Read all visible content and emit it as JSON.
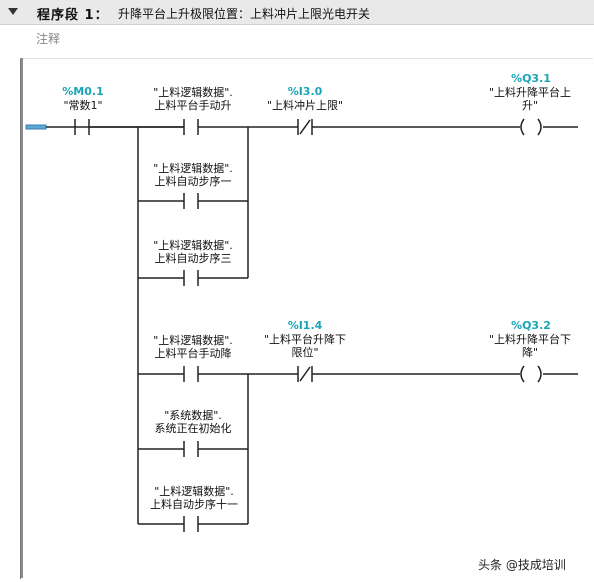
{
  "header": {
    "segment_label": "程序段 1：",
    "segment_title": "升降平台上升极限位置：上料冲片上限光电开关"
  },
  "comment_label": "注释",
  "elements": {
    "m01": {
      "address": "%M0.1",
      "label": "\"常数1\""
    },
    "manual_up": {
      "line1": "\"上料逻辑数据\".",
      "line2": "上料平台手动升"
    },
    "auto_step1": {
      "line1": "\"上料逻辑数据\".",
      "line2": "上料自动步序一"
    },
    "auto_step3": {
      "line1": "\"上料逻辑数据\".",
      "line2": "上料自动步序三"
    },
    "i30": {
      "address": "%I3.0",
      "label": "\"上料冲片上限\""
    },
    "q31": {
      "address": "%Q3.1",
      "line1": "\"上料升降平台上",
      "line2": "升\""
    },
    "manual_down": {
      "line1": "\"上料逻辑数据\".",
      "line2": "上料平台手动降"
    },
    "sys_init": {
      "line1": "\"系统数据\".",
      "line2": "系统正在初始化"
    },
    "auto_step11": {
      "line1": "\"上料逻辑数据\".",
      "line2": "上料自动步序十一"
    },
    "i14": {
      "address": "%I1.4",
      "line1": "\"上料平台升降下",
      "line2": "限位\""
    },
    "q32": {
      "address": "%Q3.2",
      "line1": "\"上料升降平台下",
      "line2": "降\""
    }
  },
  "watermark": "头条 @技成培训"
}
